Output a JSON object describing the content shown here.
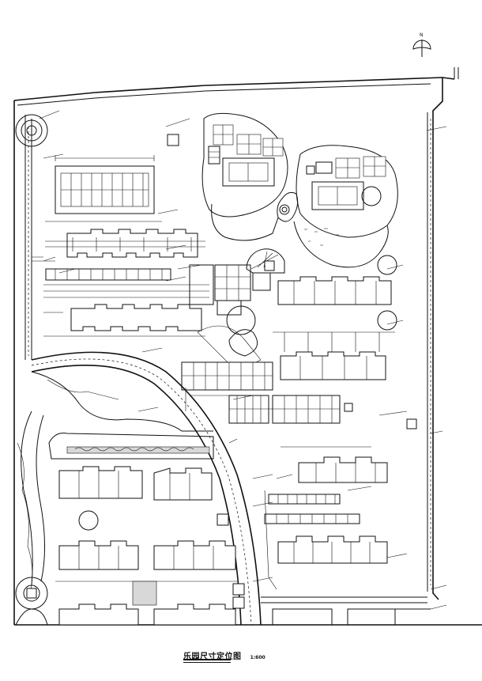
{
  "drawing": {
    "title": "乐园尺寸定位图",
    "scale": "1:600",
    "north_label": "N"
  },
  "colors": {
    "line": "#111111",
    "background": "#ffffff",
    "accent_fill": "#d8d8d8"
  },
  "icons": [
    "north-arrow-icon"
  ]
}
